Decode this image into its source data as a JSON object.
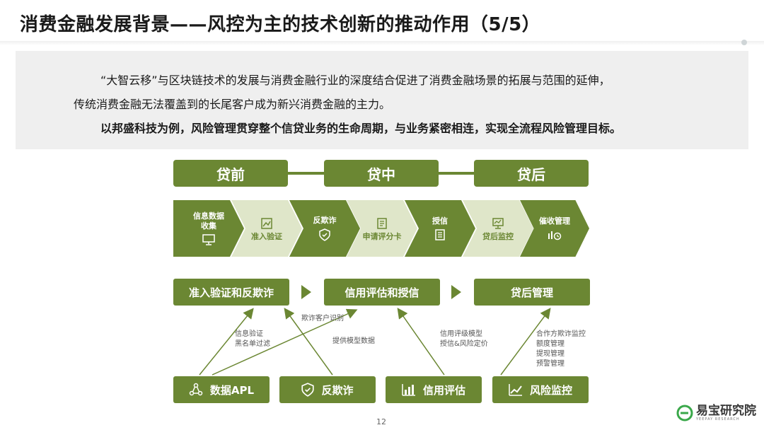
{
  "title": "消费金融发展背景——风控为主的技术创新的推动作用（5/5）",
  "intro": {
    "line1": "“大智云移”与区块链技术的发展与消费金融行业的深度结合促进了消费金融场景的拓展与范围的延伸，",
    "line2": "传统消费金融无法覆盖到的长尾客户成为新兴消费金融的主力。",
    "line3": "以邦盛科技为例，风险管理贯穿整个信贷业务的生命周期，与业务紧密相连，实现全流程风险管理目标。"
  },
  "phases": [
    "贷前",
    "贷中",
    "贷后"
  ],
  "steps": [
    {
      "label_line1": "信息数据",
      "label_line2": "收集",
      "icon": "monitor-icon",
      "style": "dark"
    },
    {
      "label_line1": "准入验证",
      "label_line2": "",
      "icon": "image-check-icon",
      "style": "light"
    },
    {
      "label_line1": "反欺诈",
      "label_line2": "",
      "icon": "shield-check-icon",
      "style": "dark"
    },
    {
      "label_line1": "申请评分卡",
      "label_line2": "",
      "icon": "scorecard-icon",
      "style": "light"
    },
    {
      "label_line1": "授信",
      "label_line2": "",
      "icon": "document-icon",
      "style": "dark"
    },
    {
      "label_line1": "贷后监控",
      "label_line2": "",
      "icon": "screen-monitor-icon",
      "style": "light"
    },
    {
      "label_line1": "催收管理",
      "label_line2": "",
      "icon": "chart-clock-icon",
      "style": "dark"
    }
  ],
  "process_boxes": [
    "准入验证和反欺诈",
    "信用评估和授信",
    "贷后管理"
  ],
  "notes": {
    "info_verify": [
      "信息验证",
      "黑名单过滤"
    ],
    "fraud_identify": "欺诈客户识别",
    "model_data": "提供模型数据",
    "credit_model": [
      "信用评级模型",
      "授信&风险定价"
    ],
    "post_loan": [
      "合作方欺诈监控",
      "额度管理",
      "提现管理",
      "预警管理"
    ]
  },
  "bottom_boxes": [
    {
      "label": "数据APL",
      "icon": "network-nodes-icon"
    },
    {
      "label": "反欺诈",
      "icon": "shield-check-icon"
    },
    {
      "label": "信用评估",
      "icon": "bar-chart-icon"
    },
    {
      "label": "风险监控",
      "icon": "line-chart-icon"
    }
  ],
  "page_number": "12",
  "logo": {
    "name": "易宝研究院",
    "sub": "YEEPAY RESEARCH"
  },
  "colors": {
    "green": "#6b8733",
    "light_green": "#dfe6c9",
    "grey_box": "#efefef"
  }
}
